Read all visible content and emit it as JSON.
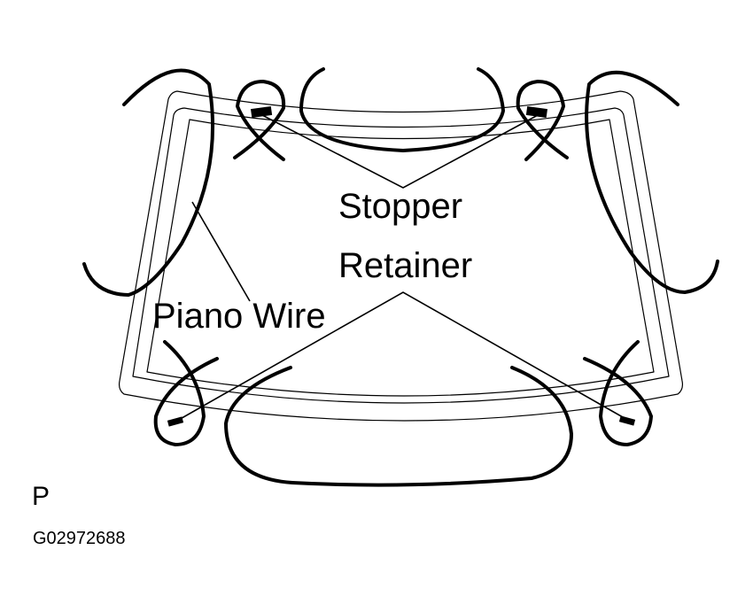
{
  "labels": {
    "stopper": "Stopper",
    "retainer": "Retainer",
    "piano_wire": "Piano Wire"
  },
  "view_marker": "P",
  "figure_code": "G02972688"
}
